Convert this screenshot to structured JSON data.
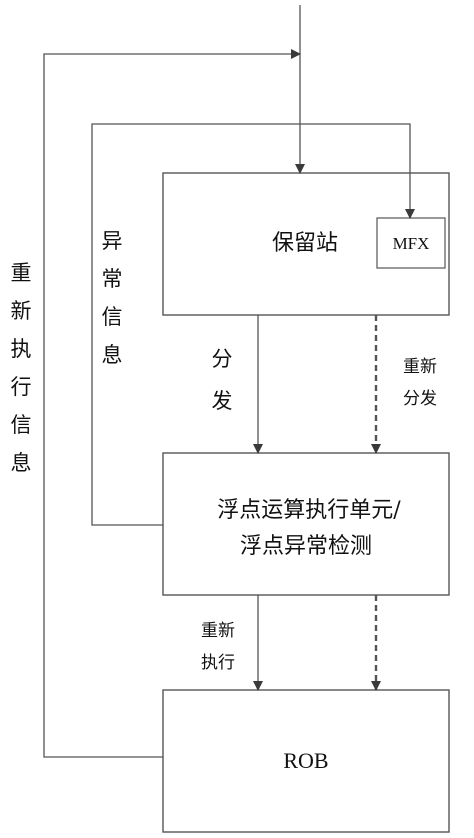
{
  "boxes": {
    "reservation_station": "保留站",
    "mfx": "MFX",
    "fp_unit_line1": "浮点运算执行单元/",
    "fp_unit_line2": "浮点异常检测",
    "rob": "ROB"
  },
  "labels": {
    "reexec_info": [
      "重",
      "新",
      "执",
      "行",
      "信",
      "息"
    ],
    "exception_info": [
      "异",
      "常",
      "信",
      "息"
    ],
    "dispatch": [
      "分",
      "发"
    ],
    "redispatch": [
      "重新",
      "分发"
    ],
    "reexec": [
      "重新",
      "执行"
    ]
  }
}
